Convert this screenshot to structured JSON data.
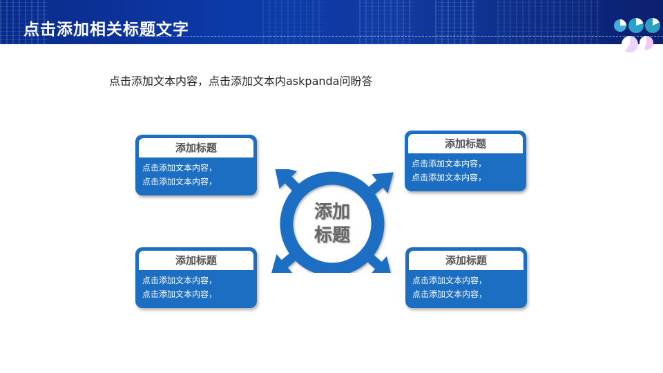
{
  "header": {
    "title": "点击添加相关标题文字"
  },
  "subtitle": "点击添加文本内容，点击添加文本内askpanda问盼答",
  "center": {
    "label_line1": "添加",
    "label_line2": "标题"
  },
  "cards": [
    {
      "title": "添加标题",
      "line1": "点击添加文本内容，",
      "line2": "点击添加文本内容，"
    },
    {
      "title": "添加标题",
      "line1": "点击添加文本内容，",
      "line2": "点击添加文本内容，"
    },
    {
      "title": "添加标题",
      "line1": "点击添加文本内容，",
      "line2": "点击添加文本内容，"
    },
    {
      "title": "添加标题",
      "line1": "点击添加文本内容，",
      "line2": "点击添加文本内容，"
    }
  ],
  "colors": {
    "accent": "#1b6ec2",
    "header_bg": "#0d3aa8"
  }
}
